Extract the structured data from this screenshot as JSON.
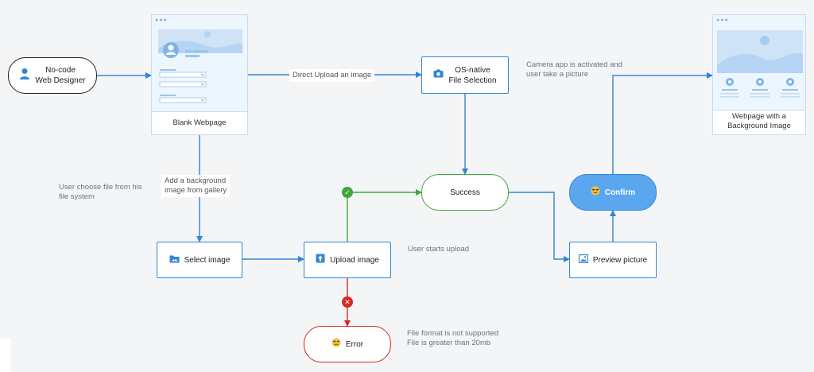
{
  "nodes": {
    "designer": "No-code\nWeb Designer",
    "blank_webpage": "Blank Webpage",
    "os_native": "OS-native\nFile Selection",
    "webpage_bg": "Webpage with a\nBackground Image",
    "success": "Success",
    "confirm": "Confirm",
    "select_image": "Select image",
    "upload_image": "Upload image",
    "preview_picture": "Preview picture",
    "error": "Error"
  },
  "labels": {
    "direct_upload": "Direct Upload an image",
    "camera": "Camera app is activated and\nuser take a picture",
    "choose_file": "User choose file from his\nfile system",
    "add_background": "Add a background\nimage from gallery",
    "starts_upload": "User starts upload",
    "format_error": "File format is not supported\nFile is greater than 20mb"
  },
  "icons": {
    "designer": "user-icon",
    "os_native": "camera-icon",
    "confirm": "smiley-icon",
    "select_image": "folder-icon",
    "upload_image": "upload-icon",
    "preview_picture": "image-icon",
    "error": "sad-face-icon",
    "success_badge": "check-icon",
    "error_badge": "cross-icon"
  },
  "badges": {
    "success": "✓",
    "error": "✕"
  },
  "colors": {
    "flow": "#2f86d6",
    "success": "#3fa63c",
    "error": "#d62828",
    "confirm_fill": "#5aa7f0"
  }
}
